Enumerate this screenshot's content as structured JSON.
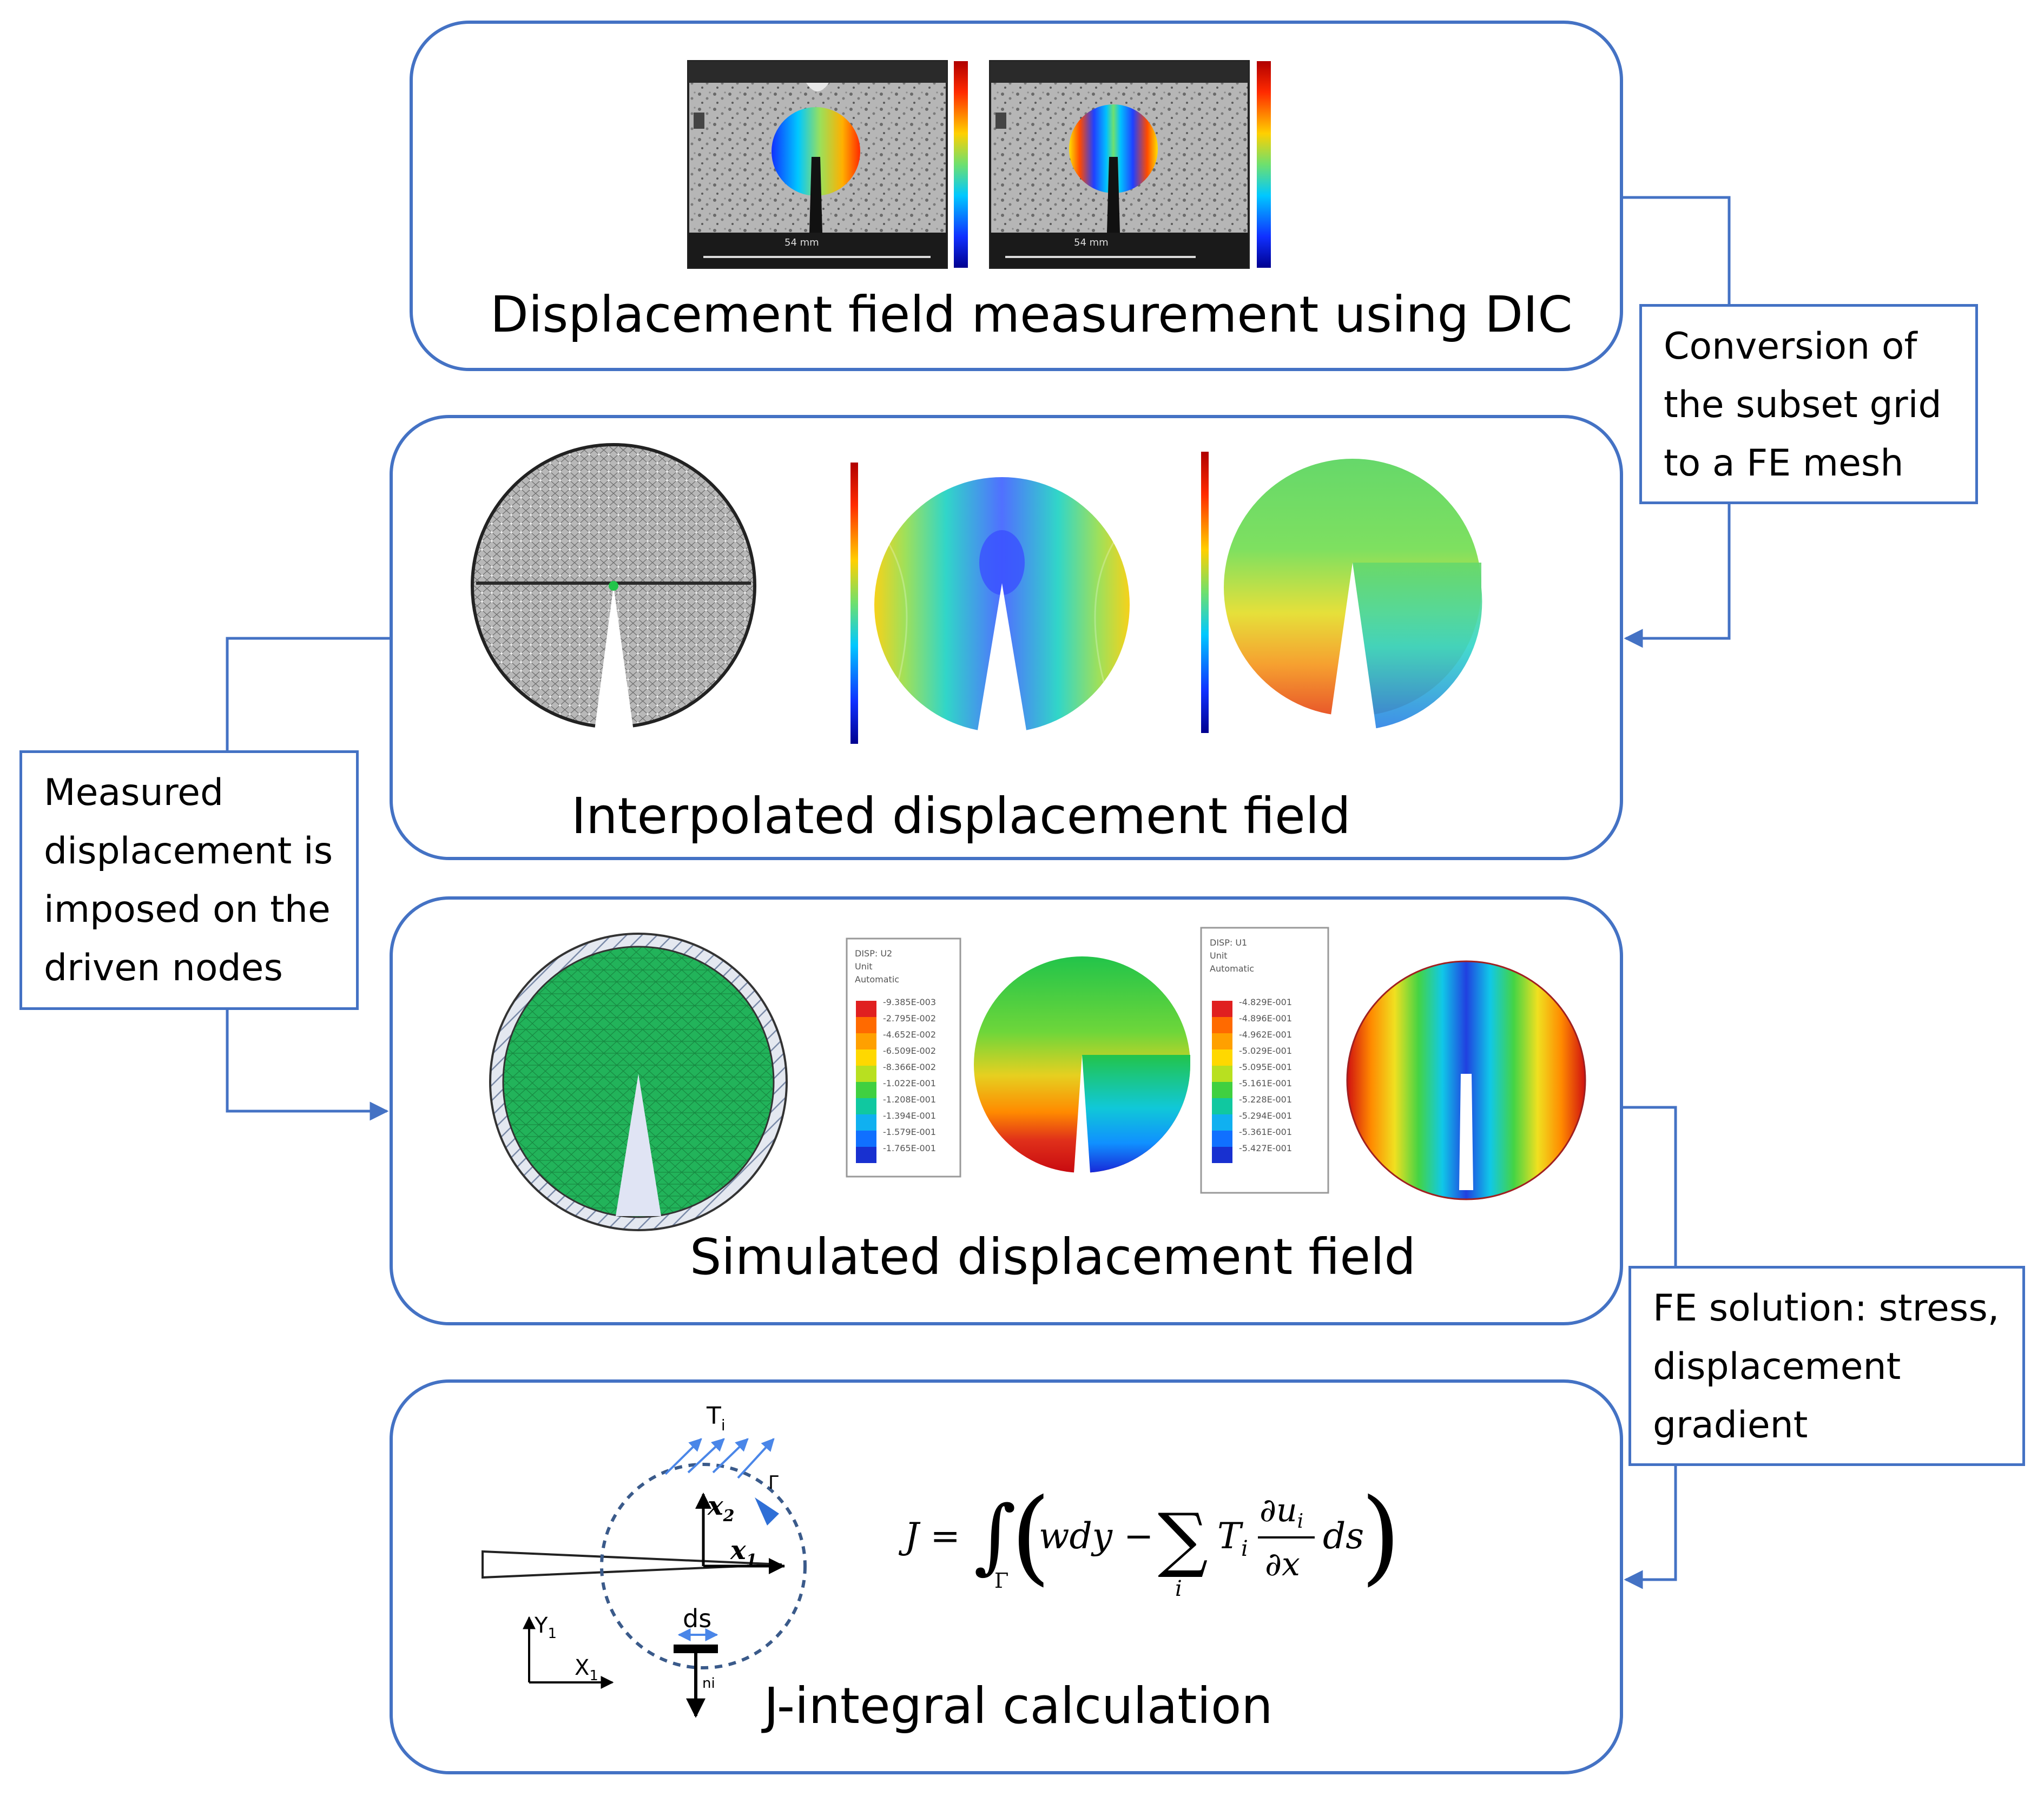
{
  "panels": {
    "dic": {
      "caption": "Displacement field measurement using DIC",
      "scale_label_left": "54 mm",
      "scale_label_right": "54 mm"
    },
    "interpolated": {
      "caption": "Interpolated displacement field"
    },
    "simulated": {
      "caption": "Simulated displacement field",
      "legend_u2": {
        "title": [
          "DISP: U2",
          "Unit",
          "Automatic"
        ],
        "values": [
          "-9.385E-003",
          "-2.795E-002",
          "-4.652E-002",
          "-6.509E-002",
          "-8.366E-002",
          "-1.022E-001",
          "-1.208E-001",
          "-1.394E-001",
          "-1.579E-001",
          "-1.765E-001"
        ]
      },
      "legend_u1": {
        "title": [
          "DISP: U1",
          "Unit",
          "Automatic"
        ],
        "values": [
          "-4.829E-001",
          "-4.896E-001",
          "-4.962E-001",
          "-5.029E-001",
          "-5.095E-001",
          "-5.161E-001",
          "-5.228E-001",
          "-5.294E-001",
          "-5.361E-001",
          "-5.427E-001"
        ]
      }
    },
    "jintegral": {
      "caption": "J-integral calculation",
      "labels": {
        "Ti": "T",
        "Ti_sub": "i",
        "gamma": "Γ",
        "x2": "x",
        "x2_sub": "2",
        "x1": "x",
        "x1_sub": "1",
        "Y1": "Y",
        "Y1_sub": "1",
        "X1": "X",
        "X1_sub": "1",
        "ds": "ds",
        "ni": "ni"
      },
      "equation": {
        "lhs": "J =",
        "integral_sub": "Γ",
        "term1": "wdy −",
        "sum_sub": "i",
        "T": "T",
        "T_sub": "i",
        "du": "∂u",
        "du_sub": "i",
        "dx": "∂x",
        "ds": "ds"
      }
    }
  },
  "notes": {
    "conversion": [
      "Conversion of",
      "the subset grid",
      "to a FE mesh"
    ],
    "measured": [
      "Measured",
      "displacement is",
      "imposed on the",
      "driven nodes"
    ],
    "fe_solution": [
      "FE solution: stress,",
      "displacement",
      "gradient"
    ]
  },
  "colors": {
    "border": "#4472c4",
    "mesh_green": "#22b35a",
    "jet_red": "#d7191c",
    "jet_blue": "#2b3fd6"
  }
}
